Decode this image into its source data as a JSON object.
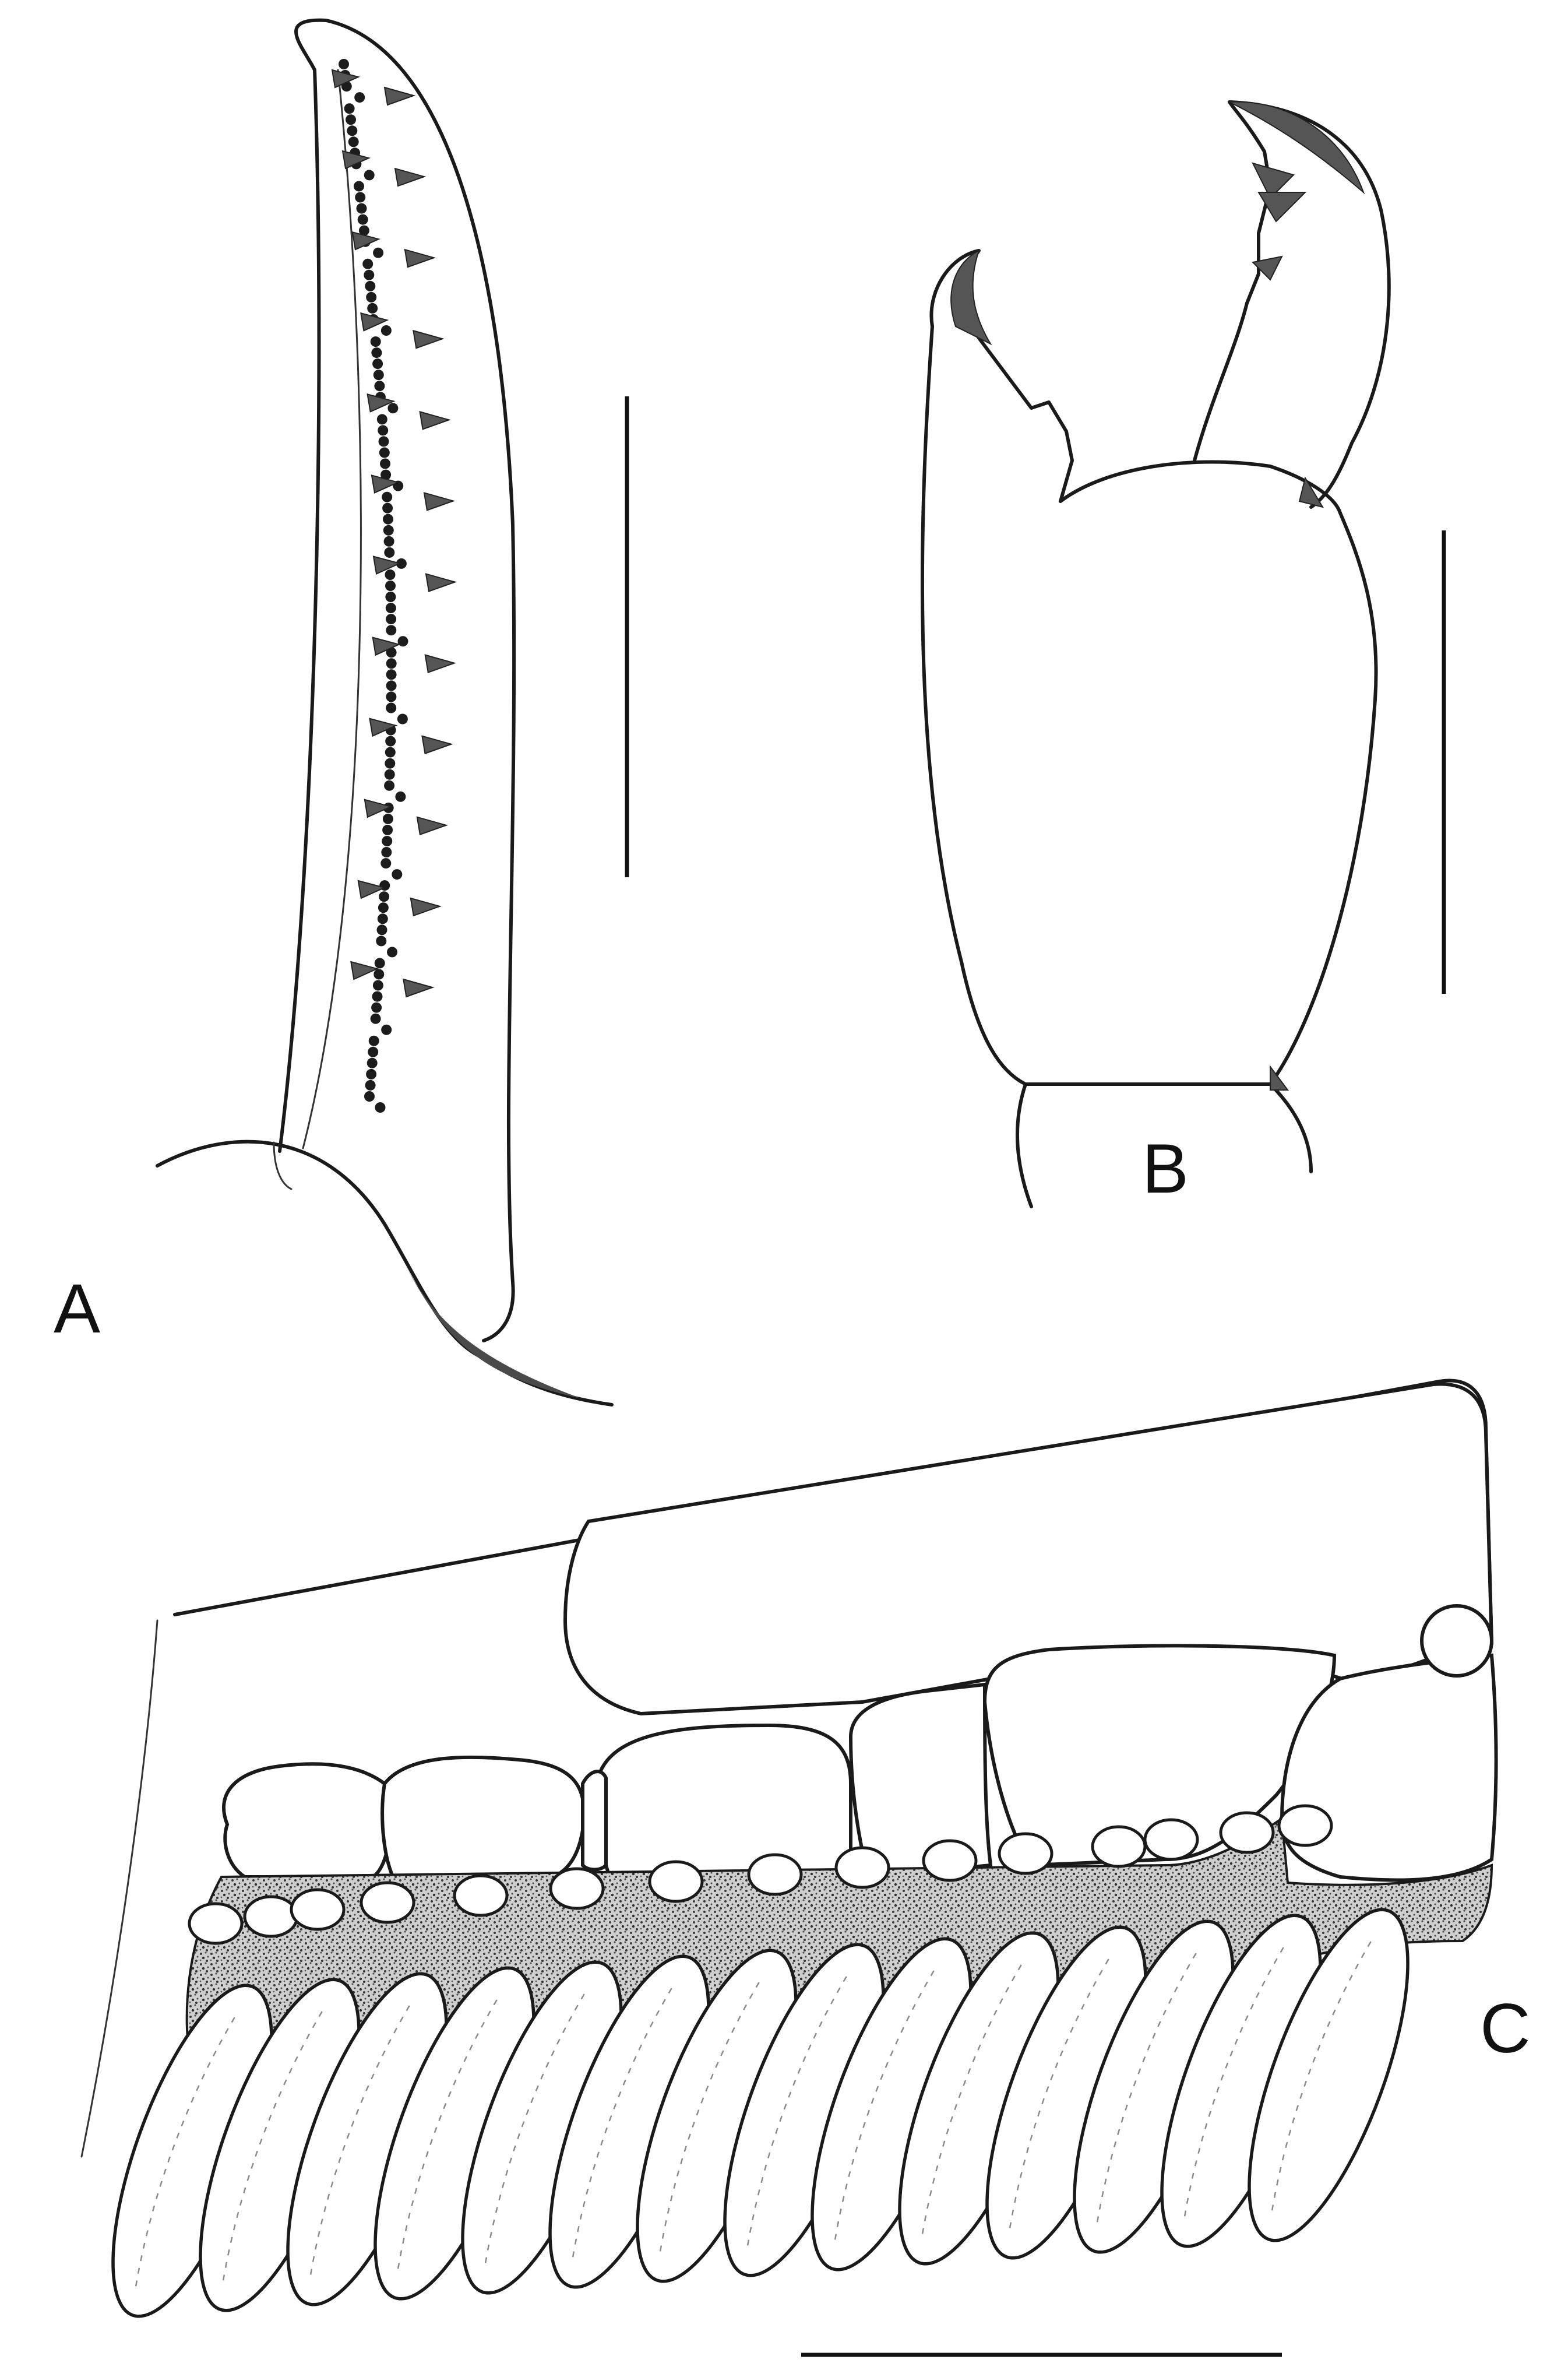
{
  "panels": {
    "a": {
      "label": "A"
    },
    "b": {
      "label": "B"
    },
    "c": {
      "label": "C"
    }
  },
  "colors": {
    "ink": "#1a1a1a",
    "stipple": "#6e6e6e",
    "background": "#ffffff"
  }
}
